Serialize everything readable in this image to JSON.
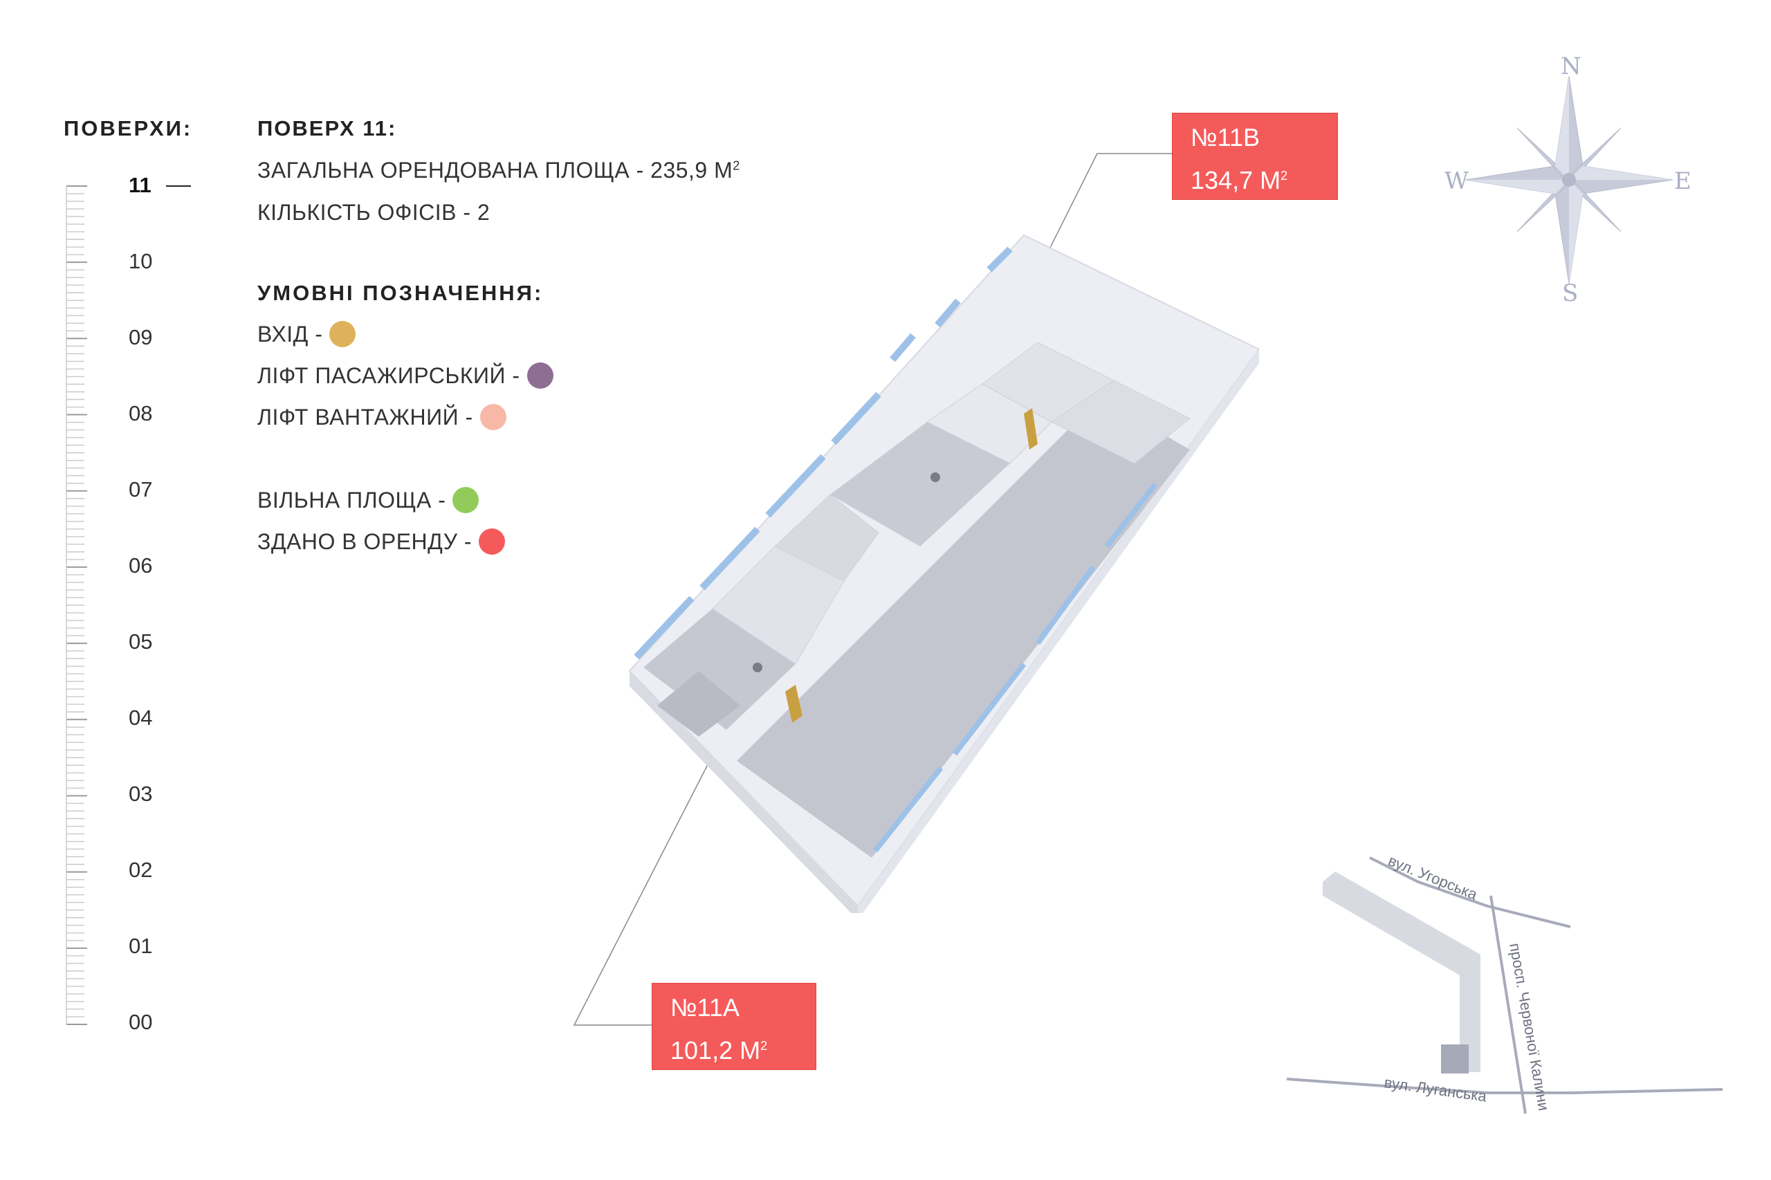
{
  "floors": {
    "title": "ПОВЕРХИ:",
    "items": [
      "11",
      "10",
      "09",
      "08",
      "07",
      "06",
      "05",
      "04",
      "03",
      "02",
      "01",
      "00"
    ],
    "active": "11"
  },
  "info": {
    "title": "ПОВЕРХ 11:",
    "total_area_text": "ЗАГАЛЬНА ОРЕНДОВАНА ПЛОЩА - 235,9 М",
    "total_area_sup": "2",
    "offices_text": "КІЛЬКІСТЬ ОФІСІВ - 2"
  },
  "legend": {
    "title": "УМОВНІ ПОЗНАЧЕННЯ:",
    "entrance": {
      "label": "ВХІД -",
      "color": "#ddb25a"
    },
    "passenger_lift": {
      "label": "ЛІФТ ПАСАЖИРСЬКИЙ -",
      "color": "#8e6f93"
    },
    "freight_lift": {
      "label": "ЛІФТ ВАНТАЖНИЙ -",
      "color": "#f8b8a8"
    },
    "free_area": {
      "label": "ВІЛЬНА ПЛОЩА -",
      "color": "#93cb5a"
    },
    "rented": {
      "label": "ЗДАНО В ОРЕНДУ -",
      "color": "#f55a5a"
    }
  },
  "units": {
    "b": {
      "name": "№11В",
      "area": "134,7 М",
      "sup": "2"
    },
    "a": {
      "name": "№11А",
      "area": "101,2 М",
      "sup": "2"
    }
  },
  "compass": {
    "n": "N",
    "s": "S",
    "w": "W",
    "e": "E"
  },
  "minimap": {
    "street_top": "вул. Угорська",
    "street_side": "просп. Червоної Калини",
    "street_bottom": "вул. Луганська"
  }
}
